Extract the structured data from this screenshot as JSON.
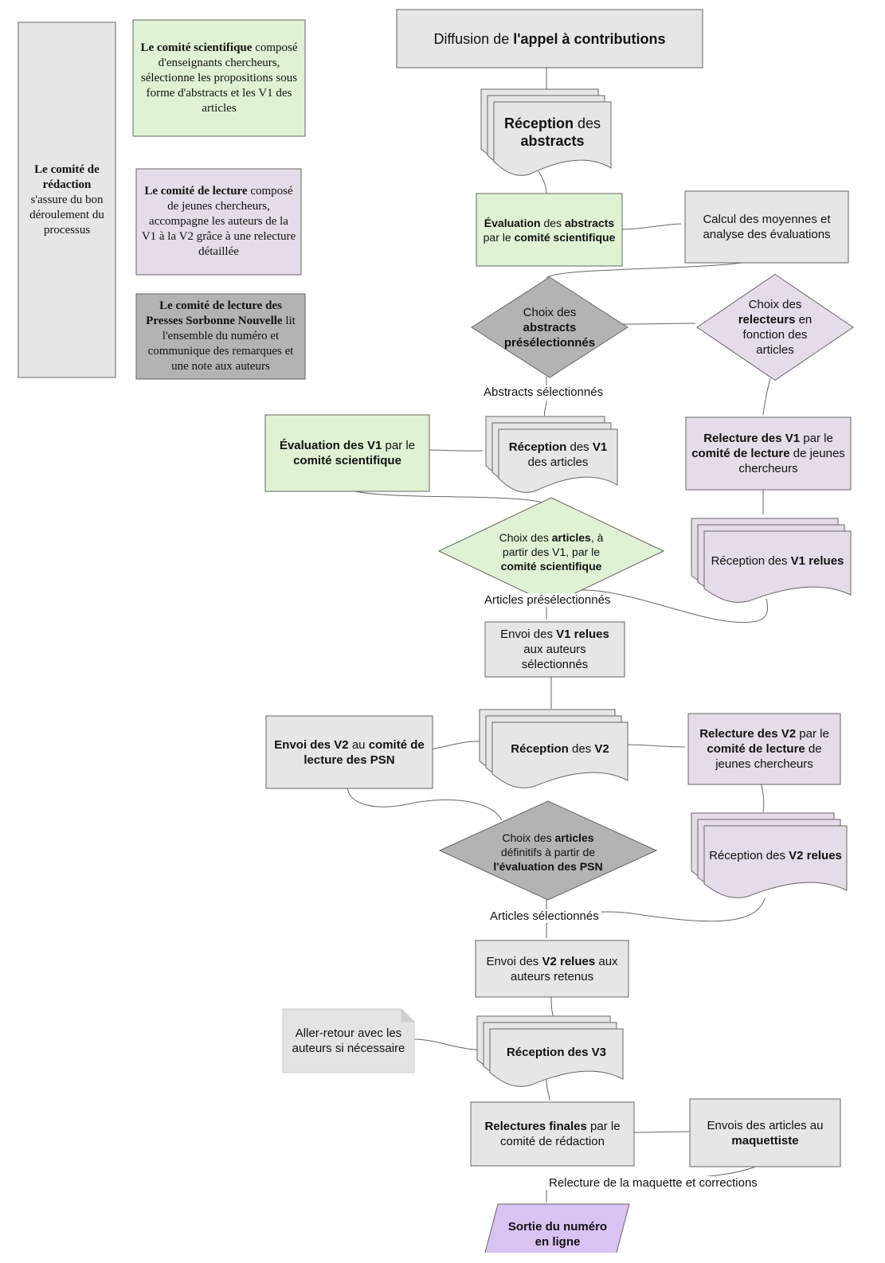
{
  "colors": {
    "grey": "#e6e6e6",
    "green": "#e0f2d3",
    "lilac": "#e6dbe8",
    "dark": "#b3b3b3",
    "violet": "#d9c3f2",
    "stroke": "#666666"
  },
  "legend": {
    "redaction": [
      {
        "b": "Le comité de rédaction"
      },
      {
        "t": " s'assure du bon déroulement du processus"
      }
    ],
    "scientifique": [
      {
        "b": "Le comité scientifique"
      },
      {
        "t": " composé d'enseignants chercheurs, sélectionne les propositions sous forme d'abstracts et les V1 des articles"
      }
    ],
    "lecture": [
      {
        "b": "Le comité de lecture"
      },
      {
        "t": " composé de jeunes chercheurs, accompagne les auteurs de la V1 à la V2 grâce à une relecture détaillée"
      }
    ],
    "psn": [
      {
        "b": "Le comité de lecture des Presses Sorbonne Nouvelle"
      },
      {
        "t": " lit l'ensemble du numéro et communique des remarques et une note aux auteurs"
      }
    ]
  },
  "nodes": {
    "diffusion": [
      {
        "t": "Diffusion de "
      },
      {
        "b": "l'appel à contributions"
      }
    ],
    "reception_abstracts": [
      {
        "b": "Réception"
      },
      {
        "t": " des "
      },
      {
        "b": "abstracts"
      }
    ],
    "evaluation_abstracts": [
      {
        "b": "Évaluation"
      },
      {
        "t": " des "
      },
      {
        "b": "abstracts"
      },
      {
        "t": " par le "
      },
      {
        "b": "comité scientifique"
      }
    ],
    "calcul": [
      {
        "t": "Calcul des moyennes et analyse des évaluations"
      }
    ],
    "choix_abstracts": [
      {
        "t": "Choix des "
      },
      {
        "b": "abstracts présélectionnés"
      }
    ],
    "choix_relecteurs": [
      {
        "t": "Choix des "
      },
      {
        "b": "relecteurs"
      },
      {
        "t": " en fonction des articles"
      }
    ],
    "evaluation_v1": [
      {
        "b": "Évaluation des V1"
      },
      {
        "t": " par le "
      },
      {
        "b": "comité scientifique"
      }
    ],
    "reception_v1": [
      {
        "b": "Réception"
      },
      {
        "t": " des "
      },
      {
        "b": "V1"
      },
      {
        "t": " des articles"
      }
    ],
    "relecture_v1": [
      {
        "b": "Relecture des V1"
      },
      {
        "t": " par le "
      },
      {
        "b": "comité de lecture"
      },
      {
        "t": " de jeunes chercheurs"
      }
    ],
    "choix_articles_v1": [
      {
        "t": "Choix des "
      },
      {
        "b": "articles"
      },
      {
        "t": ", à partir des V1, par le "
      },
      {
        "b": "comité scientifique"
      }
    ],
    "reception_v1_relues": [
      {
        "t": "Réception des "
      },
      {
        "b": "V1 relues"
      }
    ],
    "envoi_v1_relues": [
      {
        "t": "Envoi des "
      },
      {
        "b": "V1 relues"
      },
      {
        "t": " aux auteurs sélectionnés"
      }
    ],
    "envoi_v2_psn": [
      {
        "b": "Envoi des V2"
      },
      {
        "t": " au "
      },
      {
        "b": "comité de lecture des PSN"
      }
    ],
    "reception_v2": [
      {
        "b": "Réception"
      },
      {
        "t": " des "
      },
      {
        "b": "V2"
      }
    ],
    "relecture_v2": [
      {
        "b": "Relecture des V2"
      },
      {
        "t": " par le "
      },
      {
        "b": "comité de lecture"
      },
      {
        "t": " de jeunes chercheurs"
      }
    ],
    "choix_definitifs": [
      {
        "t": "Choix des "
      },
      {
        "b": "articles"
      },
      {
        "t": " définitifs à partir de "
      },
      {
        "b": "l'évaluation des PSN"
      }
    ],
    "reception_v2_relues": [
      {
        "t": "Réception des "
      },
      {
        "b": "V2 relues"
      }
    ],
    "envoi_v2_relues": [
      {
        "t": "Envoi des "
      },
      {
        "b": "V2 relues"
      },
      {
        "t": " aux auteurs retenus"
      }
    ],
    "aller_retour": [
      {
        "t": "Aller-retour avec les auteurs si nécessaire"
      }
    ],
    "reception_v3": [
      {
        "b": "Réception des V3"
      }
    ],
    "relectures_finales": [
      {
        "b": "Relectures finales"
      },
      {
        "t": " par le comité de rédaction"
      }
    ],
    "envoi_maquettiste": [
      {
        "t": "Envois des articles au "
      },
      {
        "b": "maquettiste"
      }
    ],
    "sortie": [
      {
        "b": "Sortie du numéro en ligne"
      }
    ]
  },
  "edges": {
    "abstracts_selectionnes": "Abstracts sélectionnés",
    "articles_preselectionnes": "Articles présélectionnés",
    "articles_selectionnes": "Articles sélectionnés",
    "relecture_maquette": "Relecture de la maquette et corrections"
  }
}
